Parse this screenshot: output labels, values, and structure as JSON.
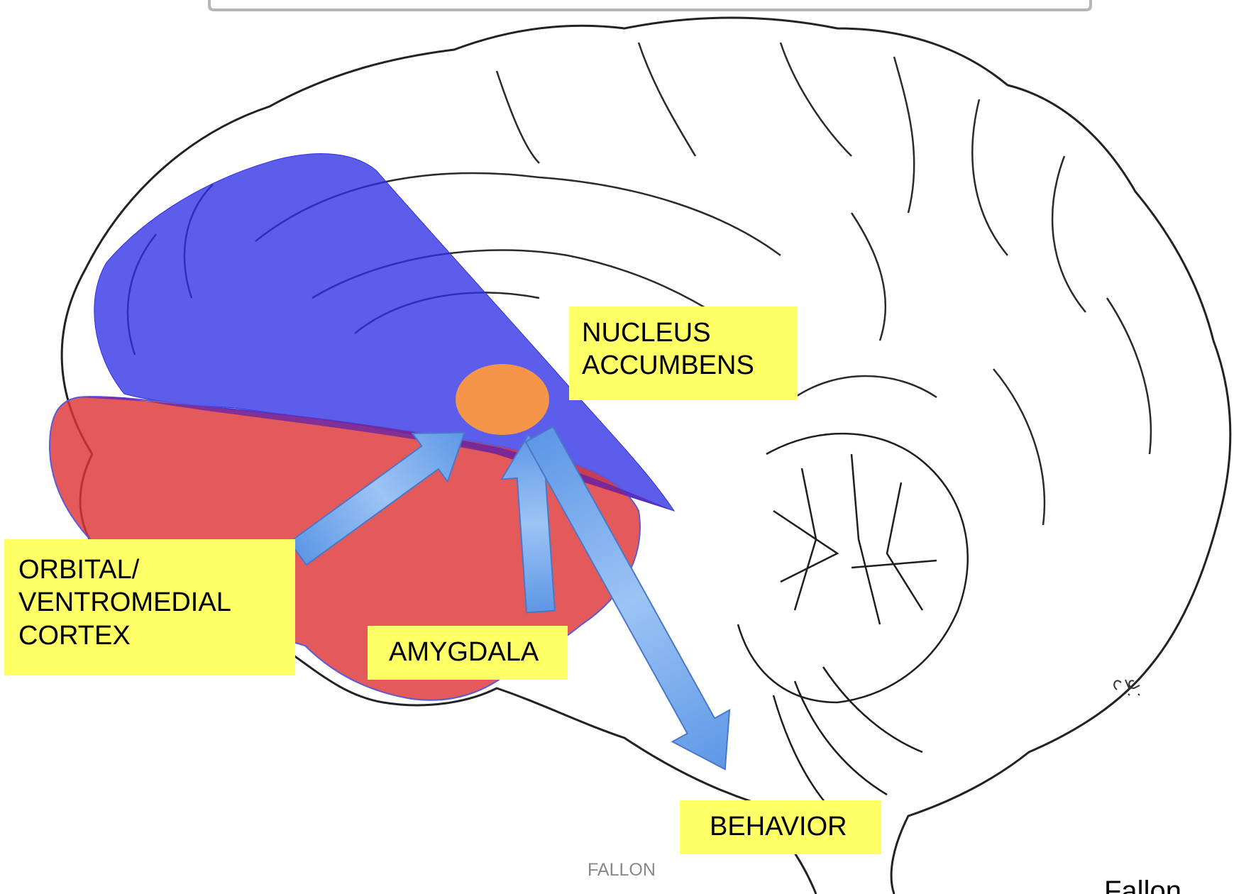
{
  "labels": {
    "nucleus_accumbens": "NUCLEUS\nACCUMBENS",
    "orbital_cortex": "ORBITAL/\nVENTROMEDIAL\nCORTEX",
    "amygdala": "AMYGDALA",
    "behavior": "BEHAVIOR"
  },
  "credits": {
    "footer": "FALLON",
    "corner": "Fallon"
  },
  "colors": {
    "frontal_region": "#3b3be8",
    "orbital_region": "#e03a3a",
    "nucleus": "#f4954a",
    "arrow": "#7fb1ee",
    "label_background": "#ffff66",
    "sketch_line": "#222222"
  },
  "icons": {
    "artist_signature": "signature-icon"
  }
}
